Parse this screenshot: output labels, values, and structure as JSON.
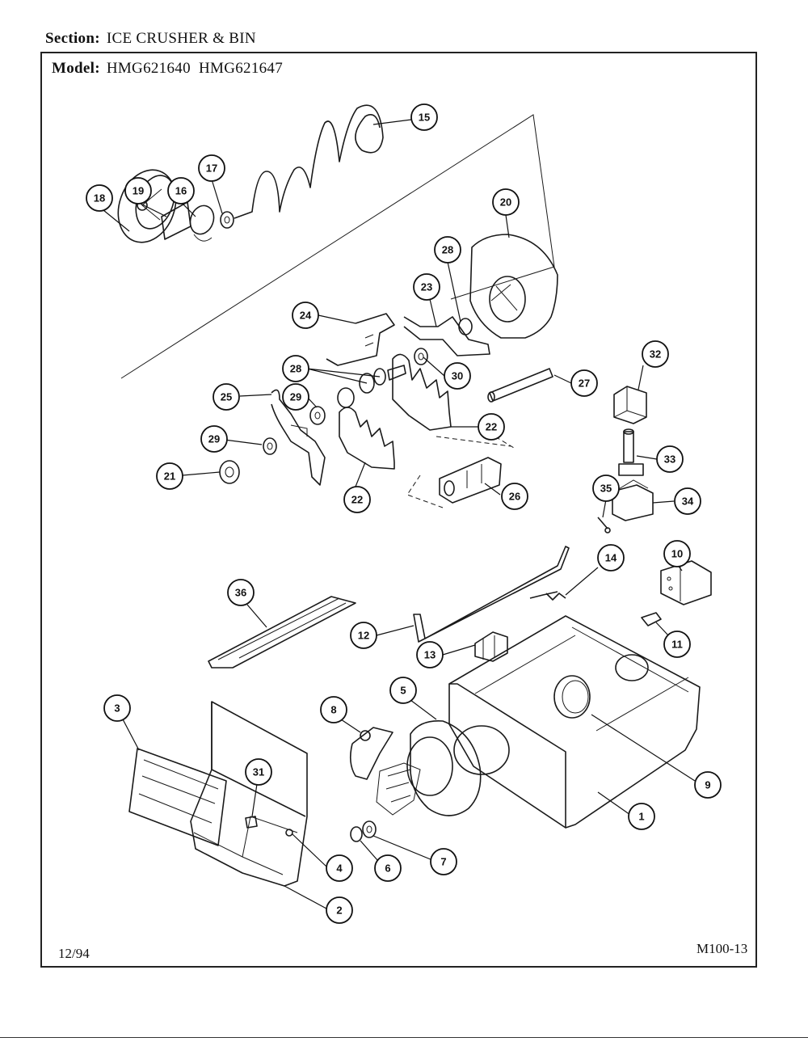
{
  "header": {
    "section_label": "Section:",
    "section_value": "ICE CRUSHER & BIN",
    "model_label": "Model:",
    "model_value": "HMG621640  HMG621647"
  },
  "footer": {
    "date": "12/94",
    "code": "M100-13"
  },
  "callouts": {
    "c1": "1",
    "c2": "2",
    "c3": "3",
    "c4": "4",
    "c5": "5",
    "c6": "6",
    "c7": "7",
    "c8": "8",
    "c9": "9",
    "c10": "10",
    "c11": "11",
    "c12": "12",
    "c13": "13",
    "c14": "14",
    "c15": "15",
    "c16": "16",
    "c17": "17",
    "c18": "18",
    "c19": "19",
    "c20": "20",
    "c21": "21",
    "c22a": "22",
    "c22b": "22",
    "c23": "23",
    "c24": "24",
    "c25": "25",
    "c26": "26",
    "c27": "27",
    "c28a": "28",
    "c28b": "28",
    "c29a": "29",
    "c29b": "29",
    "c30": "30",
    "c31": "31",
    "c32": "32",
    "c33": "33",
    "c34": "34",
    "c35": "35",
    "c36": "36"
  }
}
